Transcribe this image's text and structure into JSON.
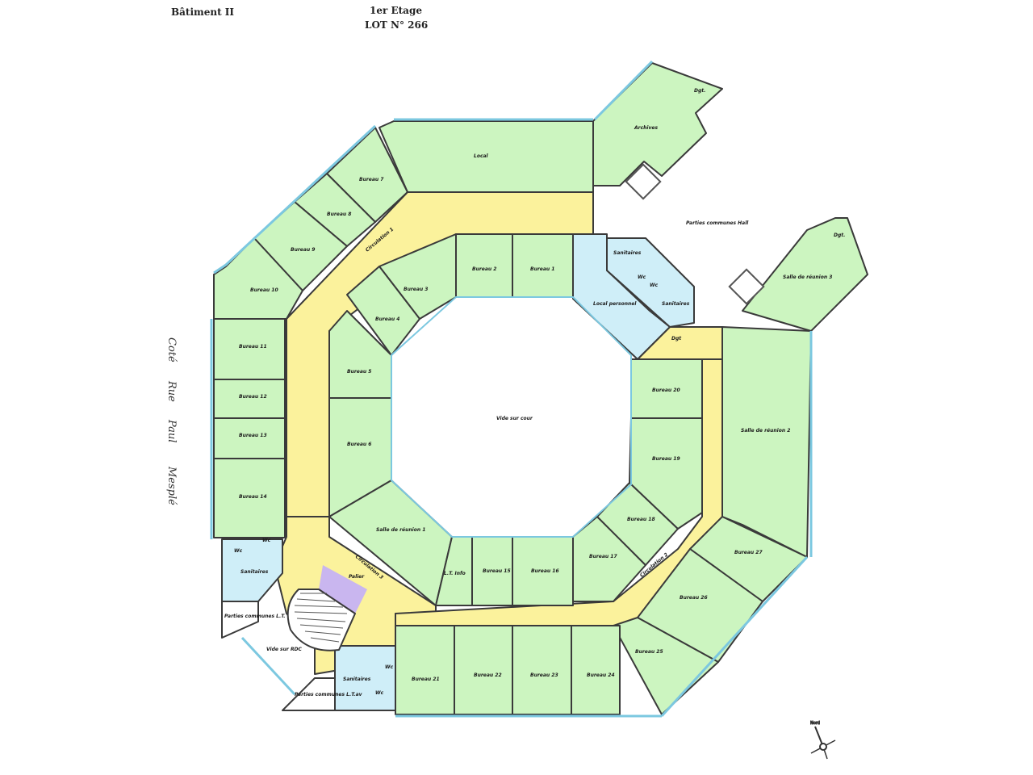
{
  "header": {
    "building": "Bâtiment II",
    "floor": "1er Etage",
    "lot": "LOT N° 266"
  },
  "side_label": [
    "Coté",
    "Rue",
    "Paul",
    "Mesplé"
  ],
  "colors": {
    "office": "#ccf5c0",
    "circulation": "#fbf29c",
    "sanitary": "#cfeef8",
    "stair_landing": "#c9b6ef",
    "wall": "#3a3a3a",
    "glazing": "#7cc8e0",
    "column": "#8c8c8c"
  },
  "rooms": {
    "local": "Local",
    "archives": "Archives",
    "dgt_top": "Dgt.",
    "dgt_right": "Dgt.",
    "salle_reunion_3": "Salle de réunion 3",
    "parties_communes_hall": "Parties communes Hall",
    "sanitaires_top_1": "Sanitaires",
    "sanitaires_top_2": "Sanitaires",
    "wc_top_1": "Wc",
    "wc_top_2": "Wc",
    "local_personnel": "Local personnel",
    "dgt_mid": "Dgt",
    "bureau_1": "Bureau 1",
    "bureau_2": "Bureau 2",
    "bureau_3": "Bureau 3",
    "bureau_4": "Bureau 4",
    "bureau_5": "Bureau 5",
    "bureau_6": "Bureau 6",
    "bureau_7": "Bureau 7",
    "bureau_8": "Bureau 8",
    "bureau_9": "Bureau 9",
    "bureau_10": "Bureau 10",
    "bureau_11": "Bureau 11",
    "bureau_12": "Bureau 12",
    "bureau_13": "Bureau 13",
    "bureau_14": "Bureau 14",
    "bureau_15": "Bureau 15",
    "bureau_16": "Bureau 16",
    "bureau_17": "Bureau 17",
    "bureau_18": "Bureau 18",
    "bureau_19": "Bureau 19",
    "bureau_20": "Bureau 20",
    "bureau_21": "Bureau 21",
    "bureau_22": "Bureau 22",
    "bureau_23": "Bureau 23",
    "bureau_24": "Bureau 24",
    "bureau_25": "Bureau 25",
    "bureau_26": "Bureau 26",
    "bureau_27": "Bureau 27",
    "lt_info": "L.T. Info",
    "salle_reunion_1": "Salle de réunion 1",
    "salle_reunion_2": "Salle de réunion 2",
    "circulation_1": "Circulation 1",
    "circulation_2": "Circulation 2",
    "circulation_3": "Circulation 3",
    "palier": "Palier",
    "vide_sur_cour": "Vide sur cour",
    "vide_sur_rdc": "Vide sur RDC",
    "sanitaires_left": "Sanitaires",
    "wc_left_1": "Wc",
    "wc_left_2": "Wc",
    "parties_communes_lt": "Parties communes L.T.",
    "sanitaires_bottom": "Sanitaires",
    "wc_bottom_1": "Wc",
    "wc_bottom_2": "Wc",
    "parties_communes_ltav": "Parties communes L.T.av"
  },
  "compass": {
    "north_label": "Nord"
  }
}
